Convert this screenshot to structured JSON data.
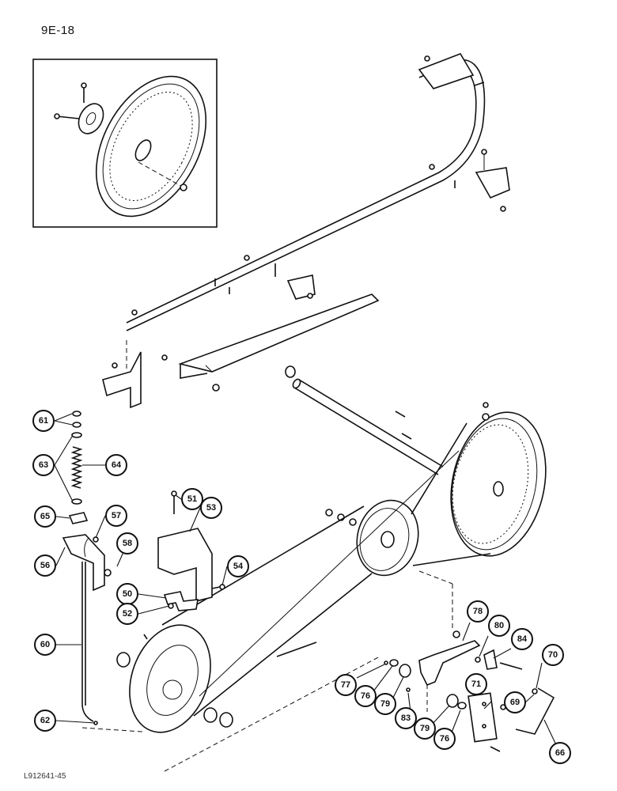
{
  "page_ref": "9E-18",
  "figure_code": "L912641-45",
  "callouts": {
    "c61": "61",
    "c63": "63",
    "c64": "64",
    "c65": "65",
    "c57": "57",
    "c51": "51",
    "c53": "53",
    "c58": "58",
    "c56": "56",
    "c54": "54",
    "c50": "50",
    "c52": "52",
    "c60": "60",
    "c62": "62",
    "c78": "78",
    "c80": "80",
    "c84": "84",
    "c70": "70",
    "c77": "77",
    "c76a": "76",
    "c79a": "79",
    "c83": "83",
    "c79b": "79",
    "c76b": "76",
    "c71": "71",
    "c69": "69",
    "c66": "66"
  }
}
